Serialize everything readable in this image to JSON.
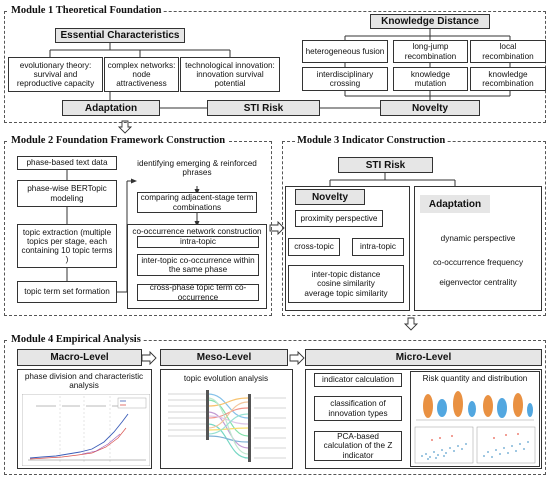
{
  "module1": {
    "title": "Module 1  Theoretical Foundation",
    "essential": {
      "header": "Essential Characteristics",
      "items": [
        "evolutionary theory: survival and reproductive capacity",
        "complex networks: node attractiveness",
        "technological innovation: innovation survival potential"
      ]
    },
    "knowledge": {
      "header": "Knowledge Distance",
      "items": [
        "heterogeneous fusion",
        "long-jump recombination",
        "local recombination",
        "interdisciplinary crossing",
        "knowledge mutation",
        "knowledge recombination"
      ]
    },
    "adaptation": "Adaptation",
    "sti_risk": "STI Risk",
    "novelty": "Novelty"
  },
  "module2": {
    "title": "Module 2  Foundation Framework Construction",
    "left": [
      "phase-based text data",
      "phase-wise BERTopic modeling",
      "topic extraction (multiple topics per stage, each containing 10 topic terms )",
      "topic term set formation"
    ],
    "right_top": [
      "identifying emerging & reinforced phrases",
      "comparing adjacent-stage term combinations"
    ],
    "cooc_title": "co-occurrence network construction",
    "cooc_items": [
      "intra-topic",
      "inter-topic co-occurrence within the same phase",
      "cross-phase topic term co-occurrence"
    ]
  },
  "module3": {
    "title": "Module 3  Indicator Construction",
    "sti_risk": "STI Risk",
    "novelty": "Novelty",
    "adaptation": "Adaptation",
    "proximity": "proximity perspective",
    "cross_topic": "cross-topic",
    "intra_topic": "intra-topic",
    "novelty_metrics": [
      "inter-topic distance",
      "cosine similarity",
      "average topic similarity"
    ],
    "dynamic": "dynamic perspective",
    "cooc_freq": "co-occurrence frequency",
    "eigen": "eigenvector centrality"
  },
  "module4": {
    "title": "Module 4  Empirical Analysis",
    "macro": "Macro-Level",
    "meso": "Meso-Level",
    "micro": "Micro-Level",
    "macro_text": "phase division and characteristic analysis",
    "meso_text": "topic evolution analysis",
    "micro_steps": [
      "indicator calculation",
      "classification of innovation types",
      "PCA-based calculation of the Z indicator"
    ],
    "risk_title": "Risk quantity and distribution"
  }
}
